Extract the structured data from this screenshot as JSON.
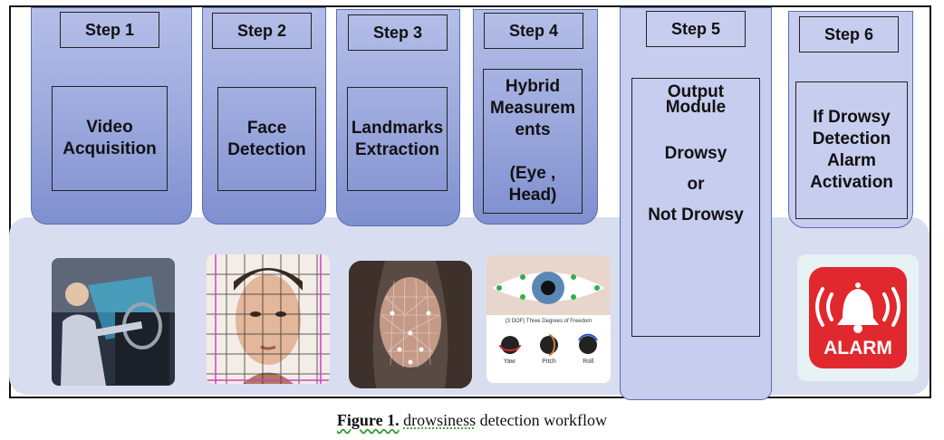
{
  "steps": [
    {
      "step": "Step 1",
      "label": "Video\nAcquisition"
    },
    {
      "step": "Step 2",
      "label": "Face\nDetection"
    },
    {
      "step": "Step 3",
      "label": "Landmarks\nExtraction"
    },
    {
      "step": "Step 4",
      "label": "Hybrid\nMeasurem\nents\n\n(Eye ,\nHead)"
    },
    {
      "step": "Step 5",
      "label": "Output\nModule\n\n\nDrowsy\n\nor\n\nNot Drowsy"
    },
    {
      "step": "Step 6",
      "label": "If Drowsy\nDetection\nAlarm\nActivation"
    }
  ],
  "images": {
    "gaze_caption": "(3 DOF) Three Degrees of Freedom",
    "gaze_labels": [
      "Yaw",
      "Pitch",
      "Roll"
    ],
    "alarm_text": "ALARM"
  },
  "caption": {
    "bold": "Figure 1.",
    "rest_pre": " ",
    "word": "drowsiness",
    "rest": " detection workflow"
  },
  "colors": {
    "column": "#9aa7dc",
    "band": "#d9ddf0",
    "alarm_red": "#e0282e"
  }
}
